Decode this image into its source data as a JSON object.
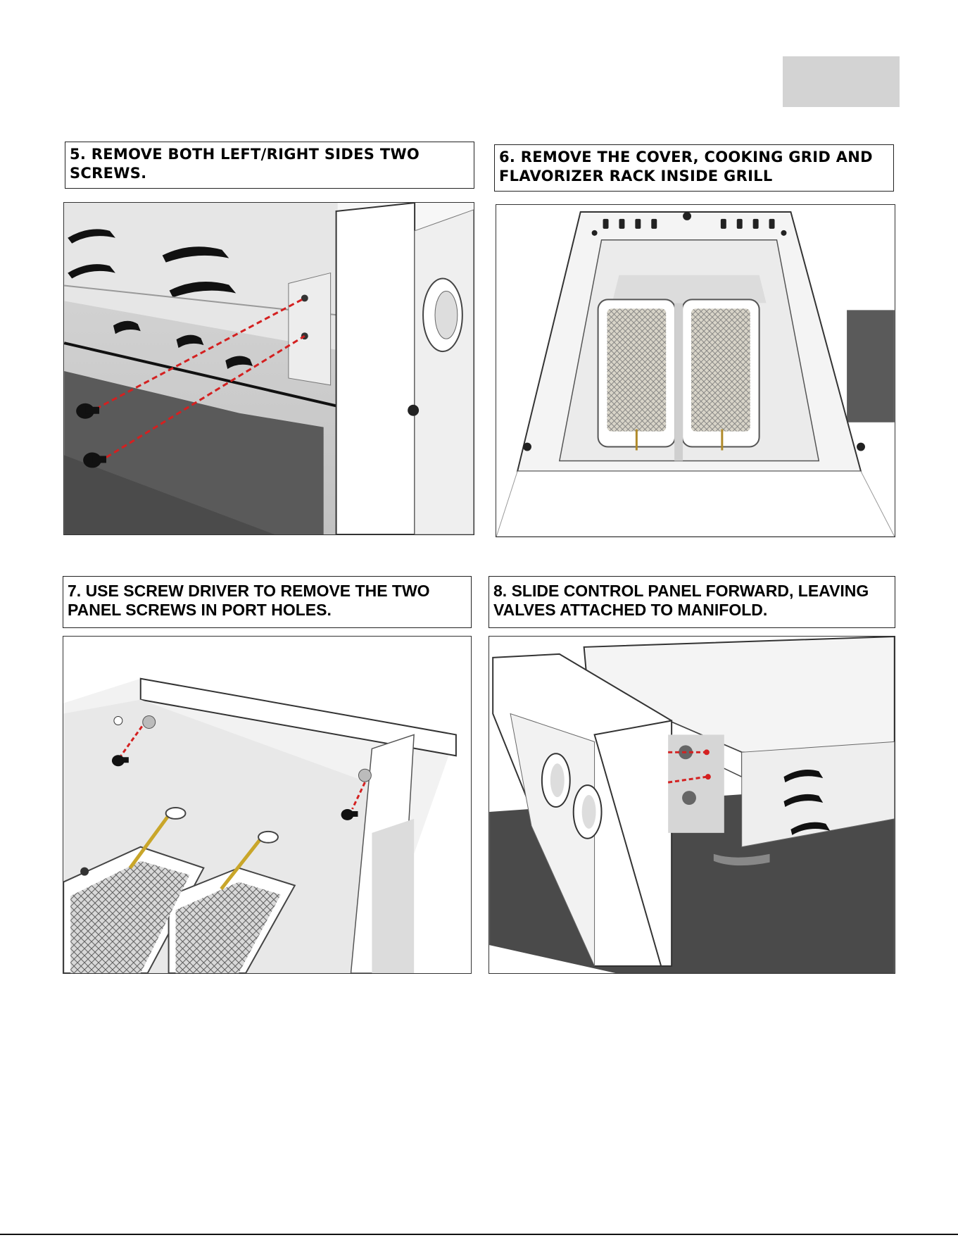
{
  "steps": [
    {
      "number": "5",
      "text": "5. REMOVE BOTH LEFT/RIGHT SIDES TWO SCREWS."
    },
    {
      "number": "6",
      "text": "6. REMOVE THE COVER, COOKING GRID AND FLAVORIZER RACK INSIDE GRILL"
    },
    {
      "number": "7",
      "text": "7. USE SCREW DRIVER TO REMOVE THE TWO PANEL SCREWS IN PORT HOLES."
    },
    {
      "number": "8",
      "text": "8. SLIDE CONTROL PANEL FORWARD, LEAVING VALVES ATTACHED TO MANIFOLD."
    }
  ],
  "colors": {
    "guide_line": "#d42020",
    "screw": "#111111",
    "steel": "#ffffff",
    "counter": "#4a4a4a",
    "corner_tab": "#d3d3d3"
  }
}
